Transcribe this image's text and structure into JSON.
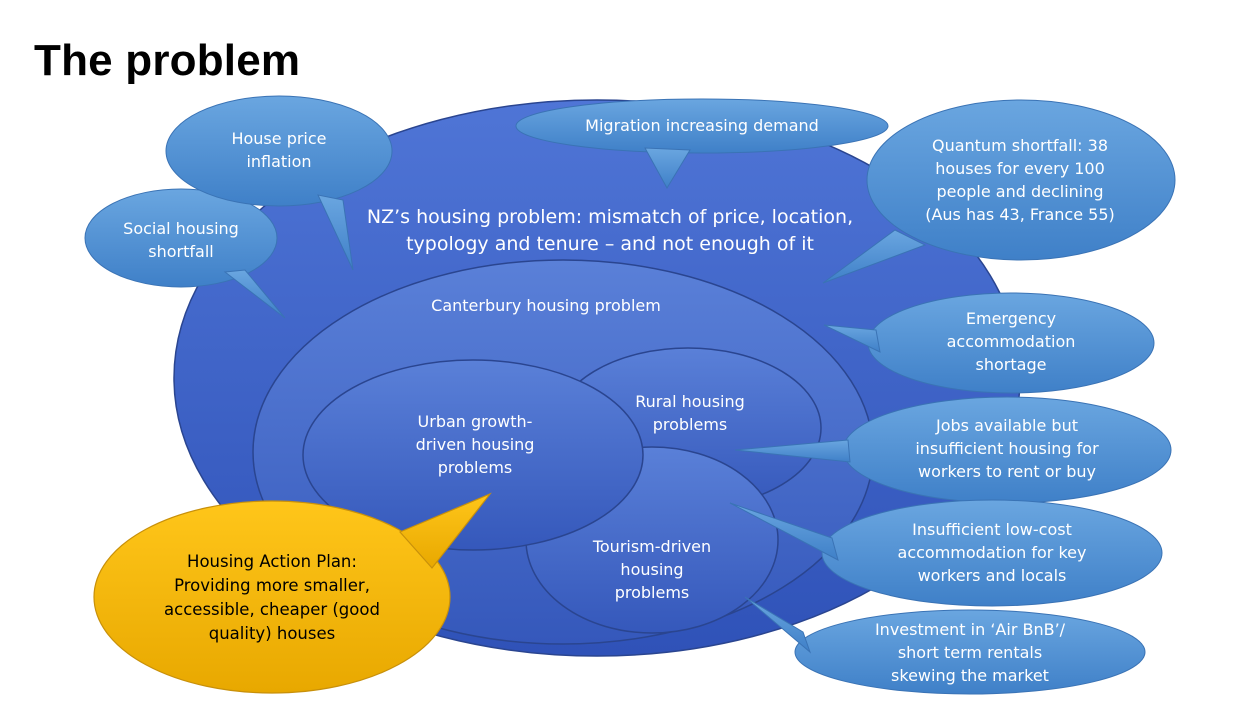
{
  "title": "The problem",
  "colors": {
    "outer_ellipse": "#3f64c4",
    "inner_ellipse": "#4a73cf",
    "callout": "#5b9bd5",
    "action_plan": "#f5b400",
    "text_light": "#ffffff",
    "text_dark": "#000000"
  },
  "ellipses": {
    "nz": "NZ’s housing problem: mismatch of price, location,\ntypology and tenure – and not enough of it",
    "canterbury": "Canterbury housing problem",
    "urban": "Urban growth-\ndriven housing\nproblems",
    "rural": "Rural housing\nproblems",
    "tourism": "Tourism-driven\nhousing\nproblems"
  },
  "callouts": {
    "social_housing": "Social housing\nshortfall",
    "house_price": "House price\ninflation",
    "migration": "Migration increasing demand",
    "quantum": "Quantum shortfall: 38\nhouses for every 100\npeople and declining\n(Aus has 43, France 55)",
    "emergency": "Emergency\naccommodation\nshortage",
    "jobs": "Jobs available but\ninsufficient housing for\nworkers to rent or buy",
    "low_cost": "Insufficient low-cost\naccommodation for key\nworkers and locals",
    "airbnb": "Investment in ‘Air BnB’/\nshort term rentals\nskewing the market",
    "action_plan": "Housing Action Plan:\nProviding more smaller,\naccessible, cheaper (good\nquality) houses"
  }
}
